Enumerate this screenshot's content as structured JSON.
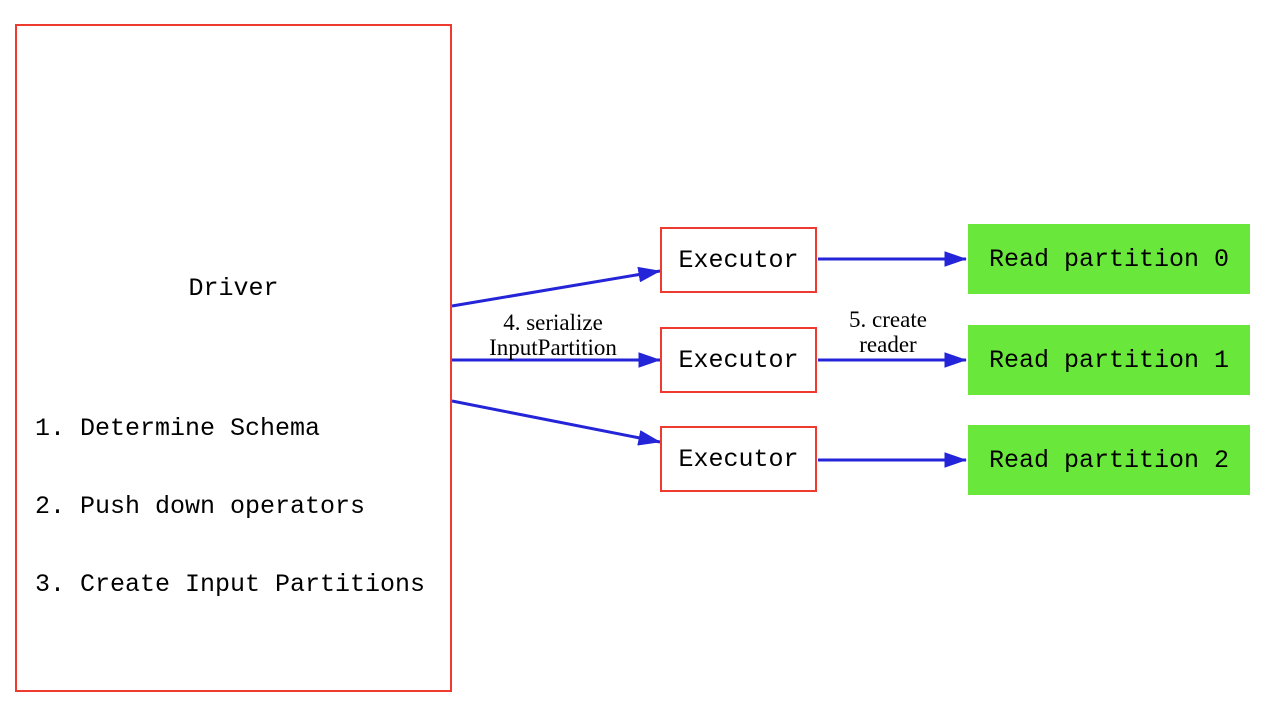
{
  "colors": {
    "background": "#ffffff",
    "text": "#000000",
    "box-border": "#ee3b30",
    "arrow": "#2424d8",
    "partition-bg": "#69e83b"
  },
  "driver": {
    "title": "Driver",
    "steps": [
      "1. Determine Schema",
      "2. Push down operators",
      "3. Create Input Partitions"
    ]
  },
  "executors": [
    {
      "label": "Executor"
    },
    {
      "label": "Executor"
    },
    {
      "label": "Executor"
    }
  ],
  "partitions": [
    {
      "label": "Read partition 0"
    },
    {
      "label": "Read partition 1"
    },
    {
      "label": "Read partition 2"
    }
  ],
  "edge_labels": {
    "serialize": {
      "line1": "4. serialize",
      "line2": "InputPartition"
    },
    "create_reader": {
      "line1": "5. create",
      "line2": "reader"
    }
  }
}
